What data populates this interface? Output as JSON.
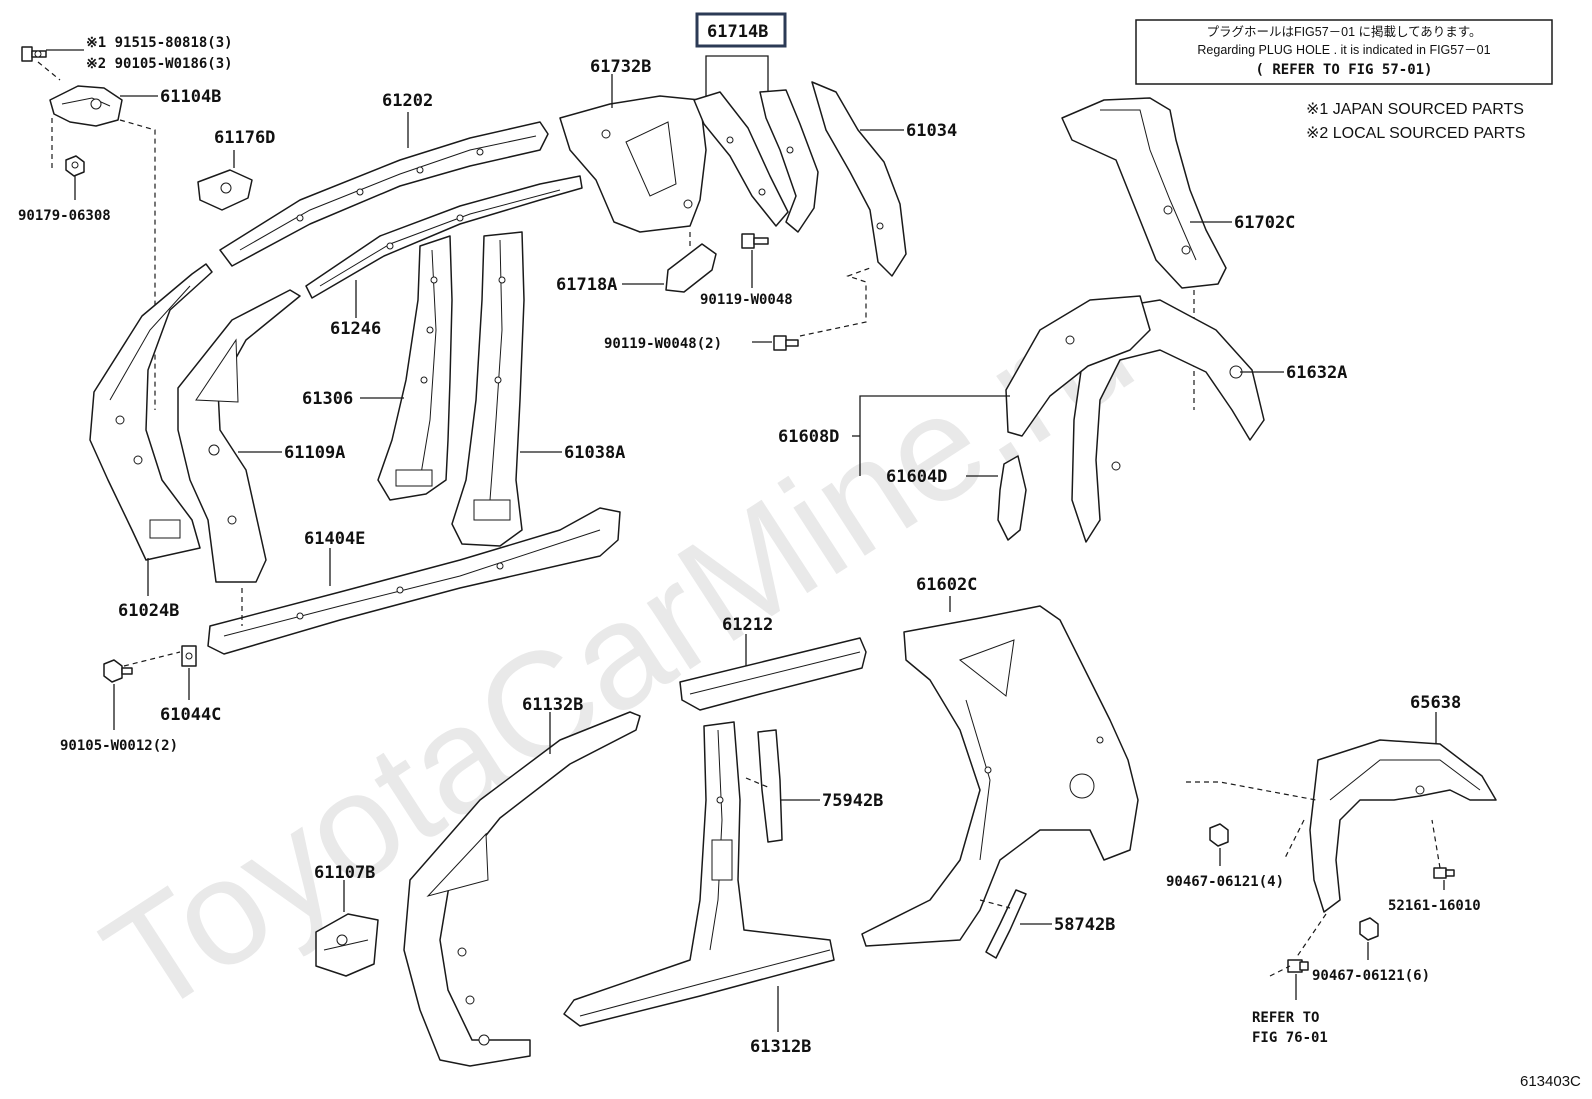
{
  "watermark": "ToyotaCarMine.ru",
  "info_box": {
    "line_jp": "プラグホールはFIG57－01 に掲載してあります。",
    "line_en": "Regarding  PLUG HOLE . it is indicated  in  FIG57－01",
    "line_ref": "( REFER TO FIG 57-01)"
  },
  "notes": {
    "japan": "※1 JAPAN SOURCED PARTS",
    "local": "※2 LOCAL SOURCED PARTS"
  },
  "fastener_top": {
    "line1": "※1 91515-80818(3)",
    "line2": "※2 90105-W0186(3)"
  },
  "highlighted_part": "61714B",
  "parts": {
    "p61104B": "61104B",
    "p90179": "90179-06308",
    "p61176D": "61176D",
    "p61202": "61202",
    "p61732B": "61732B",
    "p61034": "61034",
    "p61702C": "61702C",
    "p61718A": "61718A",
    "p90119a": "90119-W0048",
    "p90119b": "90119-W0048(2)",
    "p61246": "61246",
    "p61306": "61306",
    "p61109A": "61109A",
    "p61038A": "61038A",
    "p61632A": "61632A",
    "p61608D": "61608D",
    "p61604D": "61604D",
    "p61404E": "61404E",
    "p61024B": "61024B",
    "p61044C": "61044C",
    "p90105": "90105-W0012(2)",
    "p61602C": "61602C",
    "p61212": "61212",
    "p61132B": "61132B",
    "p75942B": "75942B",
    "p65638": "65638",
    "p61107B": "61107B",
    "p90467a": "90467-06121(4)",
    "p52161": "52161-16010",
    "p90467b": "90467-06121(6)",
    "p58742B": "58742B",
    "p61312B": "61312B"
  },
  "refer_fig": {
    "line1": "REFER TO",
    "line2": "FIG 76-01"
  },
  "figure_code": "613403C"
}
